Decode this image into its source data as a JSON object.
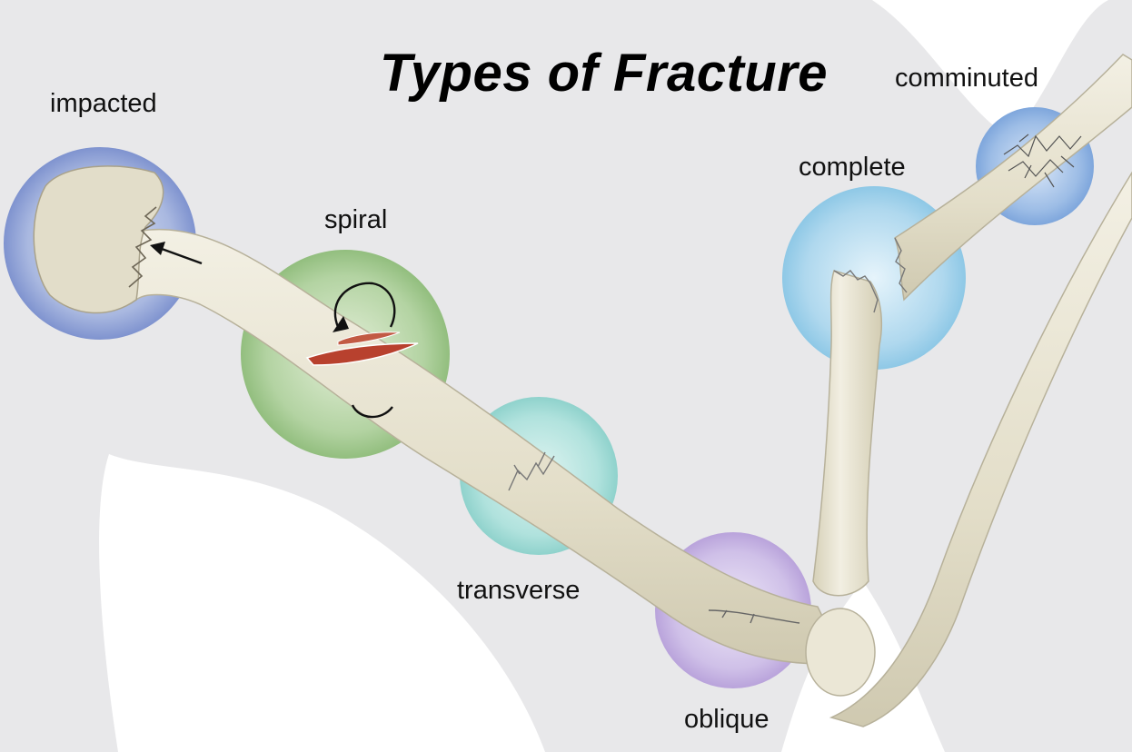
{
  "title": "Types of Fracture",
  "labels": {
    "impacted": "impacted",
    "spiral": "spiral",
    "transverse": "transverse",
    "oblique": "oblique",
    "complete": "complete",
    "comminuted": "comminuted"
  },
  "colors": {
    "silhouette": "#e8e8ea",
    "bone": "#e6e1cf",
    "bone_outline": "#b7b19a",
    "circle_impacted": "#7f93cf",
    "circle_spiral": "#92be7e",
    "circle_transverse": "#8fd2cc",
    "circle_oblique": "#b9a3db",
    "circle_complete": "#8ec8e6",
    "circle_comminuted": "#7ea6dc",
    "fracture_red": "#b8412e"
  }
}
